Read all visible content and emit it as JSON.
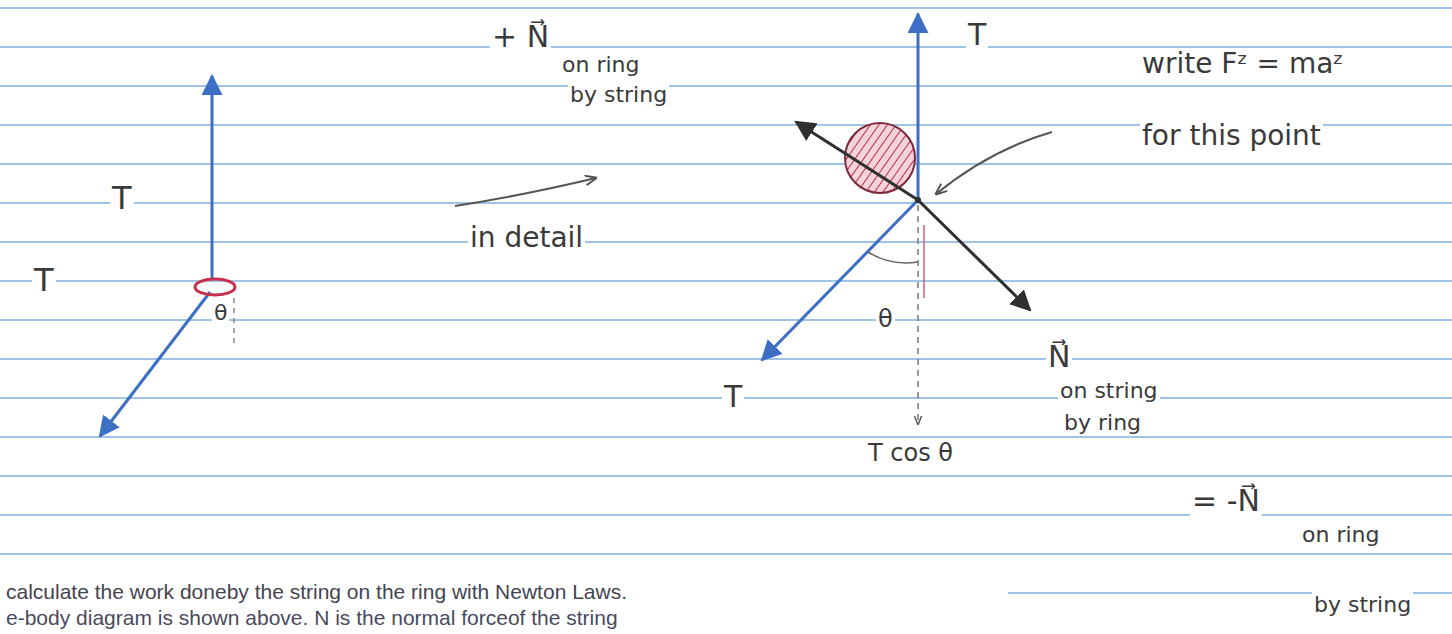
{
  "diagram": {
    "labels": [
      "+ N⃗",
      "on ring",
      "by string",
      "T",
      "write Fᶻ = maᶻ",
      "for this point",
      "T",
      "in detail",
      "T",
      "θ",
      "θ",
      "T",
      "T cos θ",
      "N⃗",
      "on string",
      "by ring",
      "= -N⃗",
      "on ring",
      "by string",
      "calculate the work doneby the string on the ring with Newton Laws.",
      "e-body diagram is shown above. N is the normal forceof the string"
    ]
  }
}
